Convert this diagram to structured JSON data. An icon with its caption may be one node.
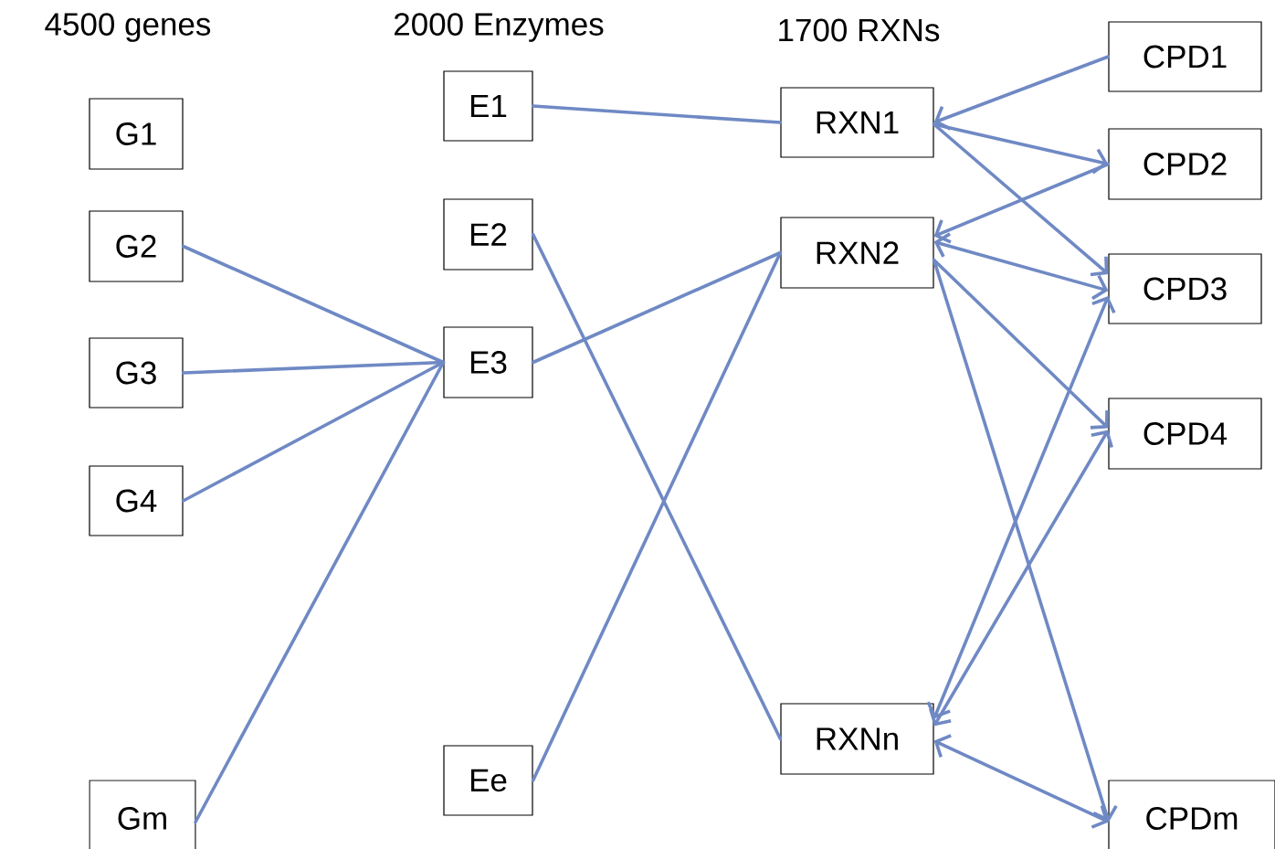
{
  "diagram": {
    "nodes": [
      {
        "text": [
          "G1"
        ]
      },
      {
        "text": [
          "G2"
        ]
      },
      {
        "text": [
          "G3"
        ]
      },
      {
        "text": [
          "G4"
        ]
      },
      {
        "text": [
          "Gm"
        ]
      },
      {
        "text": [
          "E1"
        ]
      },
      {
        "text": [
          "E2"
        ]
      },
      {
        "text": [
          "E3"
        ]
      },
      {
        "text": [
          "Ee"
        ]
      },
      {
        "text": [
          "RXN1"
        ]
      },
      {
        "text": [
          "RXN2"
        ]
      },
      {
        "text": [
          "RXNn"
        ]
      },
      {
        "text": [
          "CPD1"
        ]
      },
      {
        "text": [
          "CPD2"
        ]
      },
      {
        "text": [
          "CPD3"
        ]
      },
      {
        "text": [
          "CPD4"
        ]
      },
      {
        "text": [
          "CPDm"
        ]
      }
    ],
    "edges": [
      {
        "from": 1,
        "to": 7,
        "arrow": "none"
      },
      {
        "from": 2,
        "to": 7,
        "arrow": "none"
      },
      {
        "from": 3,
        "to": 7,
        "arrow": "none"
      },
      {
        "from": 4,
        "to": 7,
        "arrow": "none"
      },
      {
        "from": 5,
        "to": 9,
        "arrow": "none"
      },
      {
        "from": 6,
        "to": 11,
        "arrow": "none"
      },
      {
        "from": 7,
        "to": 10,
        "arrow": "none"
      },
      {
        "from": 8,
        "to": 10,
        "arrow": "none"
      },
      {
        "from": 12,
        "to": 9,
        "arrow": "to"
      },
      {
        "from": 9,
        "to": 13,
        "arrow": "to"
      },
      {
        "from": 9,
        "to": 14,
        "arrow": "to"
      },
      {
        "from": 13,
        "to": 10,
        "arrow": "to"
      },
      {
        "from": 10,
        "to": 14,
        "arrow": "both"
      },
      {
        "from": 10,
        "to": 15,
        "arrow": "to"
      },
      {
        "from": 10,
        "to": 16,
        "arrow": "to"
      },
      {
        "from": 14,
        "to": 11,
        "arrow": "both"
      },
      {
        "from": 15,
        "to": 11,
        "arrow": "both"
      },
      {
        "from": 11,
        "to": 16,
        "arrow": "both"
      }
    ],
    "labels": [
      "4500 genes",
      "2000 Enzymes",
      "1700 RXNs"
    ]
  }
}
